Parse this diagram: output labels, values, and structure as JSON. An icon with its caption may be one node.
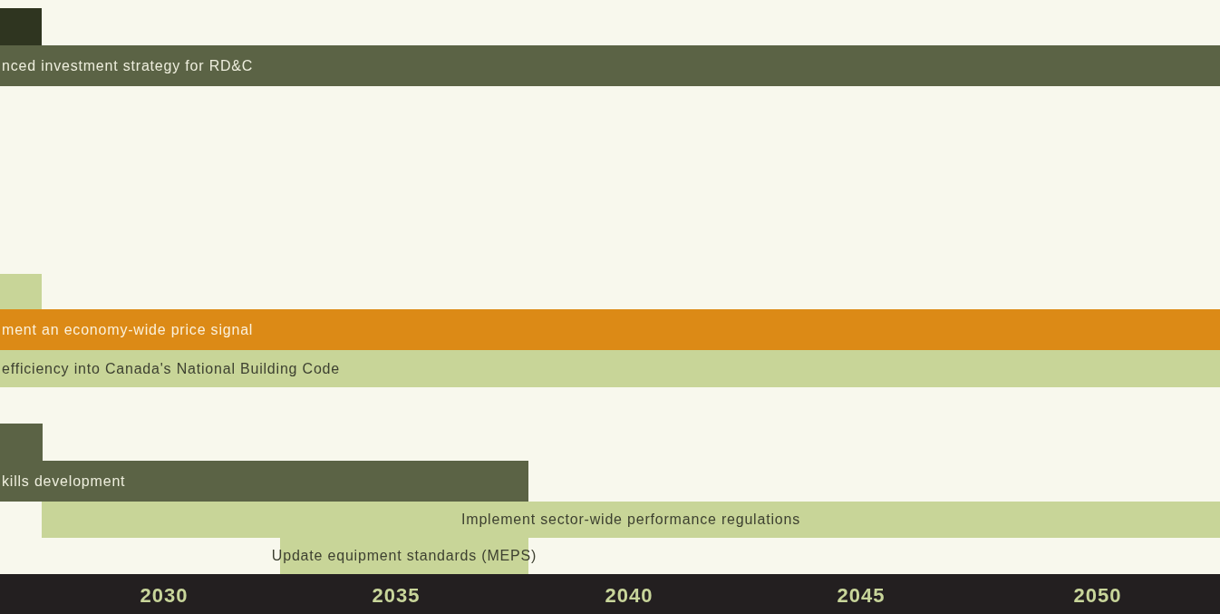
{
  "diagram": {
    "nodes": [
      {
        "text": [],
        "shape": "bar"
      },
      {
        "text": [
          "nced investment strategy for RD&C"
        ]
      },
      {
        "text": [],
        "shape": "bar"
      },
      {
        "text": [
          "ment an economy-wide price signal"
        ]
      },
      {
        "text": [
          "efficiency into Canada's National Building Code"
        ]
      },
      {
        "text": [],
        "shape": "bar"
      },
      {
        "text": [
          "kills development"
        ]
      },
      {
        "text": [
          "Implement sector-wide performance regulations"
        ]
      },
      {
        "text": [
          "Update equipment standards (MEPS)"
        ]
      }
    ],
    "labels": [
      "2030",
      "2035",
      "2040",
      "2045",
      "2050"
    ]
  }
}
